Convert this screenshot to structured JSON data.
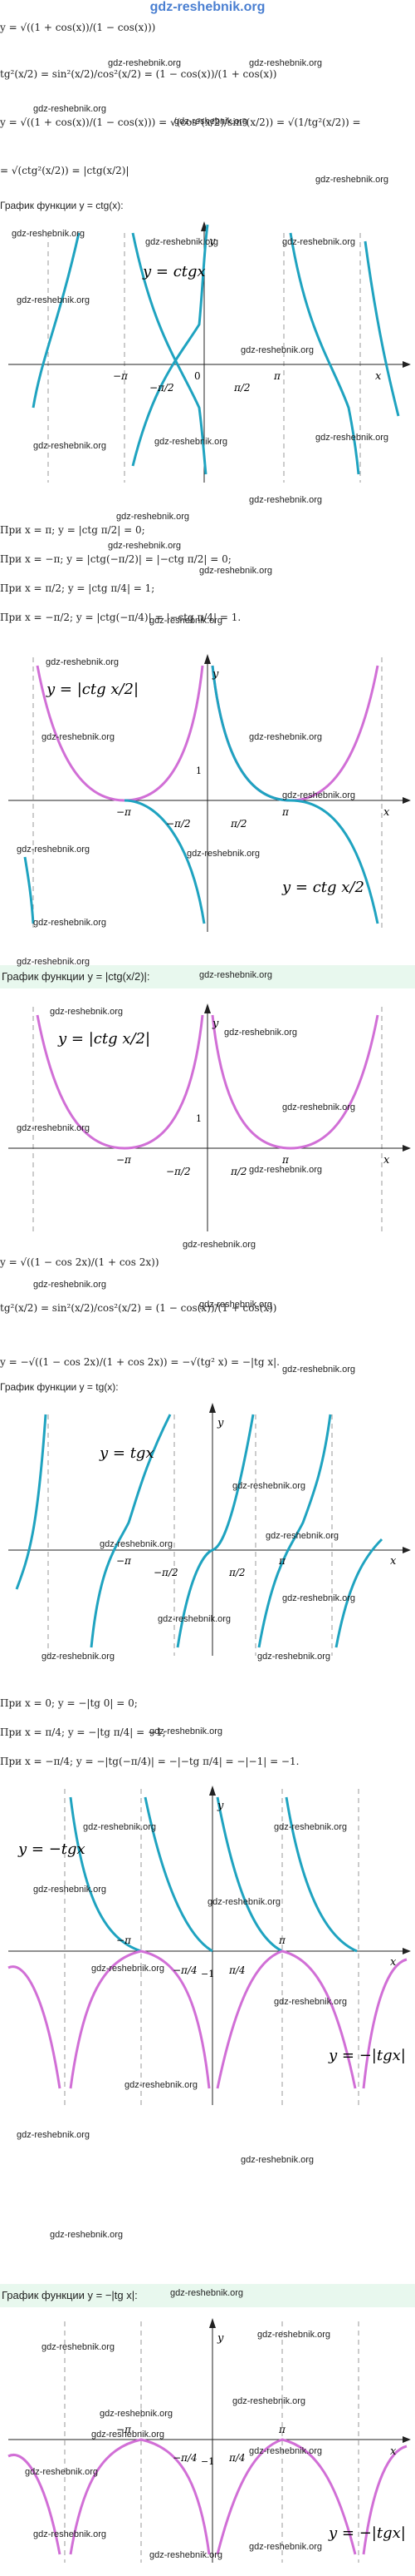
{
  "site_title": "gdz-reshebnik.org",
  "watermark": "gdz-reshebnik.org",
  "formulas": {
    "f1": "y = √((1 + cos(x))/(1 − cos(x)))",
    "f2": "tg²(x/2) = sin²(x/2)/cos²(x/2) = (1 − cos(x))/(1 + cos(x))",
    "f3": "y = √((1 + cos(x))/(1 − cos(x))) = √(cos²(x/2)/sin²(x/2)) = √(1/tg²(x/2)) =",
    "f4": "= √(ctg²(x/2)) = |ctg(x/2)|",
    "f5": "y = √((1 − cos 2x)/(1 + cos 2x))",
    "f6": "tg²(x/2) = sin²(x/2)/cos²(x/2) = (1 − cos(x))/(1 + cos(x))",
    "f7": "y = −√((1 − cos 2x)/(1 + cos 2x)) = −√(tg² x) = −|tg x|."
  },
  "text": {
    "graph_ctg_label": "График функции y = ctg(x):",
    "calc1": "При x = π; y = |ctg π/2| = 0;",
    "calc2": "При x = −π; y = |ctg(−π/2)| = |−ctg π/2| = 0;",
    "calc3": "При x = π/2; y = |ctg π/4| = 1;",
    "calc4": "При x = −π/2; y = |ctg(−π/4)| = |−ctg π/4| = 1.",
    "graph_absctg_label": "График функции y = |ctg(x/2)|:",
    "graph_tg_label": "График функции y = tg(x):",
    "calc5": "При x = 0; y = −|tg 0| = 0;",
    "calc6": "При x = π/4; y = −|tg π/4| = −1;",
    "calc7": "При x = −π/4; y = −|tg(−π/4)| = −|−tg π/4| = −|−1| = −1.",
    "graph_negabstg_label": "График функции y = −|tg x|:"
  },
  "graphs": {
    "g1": {
      "fn": "y = ctgx",
      "x_axis": "x",
      "y_axis": "y",
      "origin": "0",
      "ticks": [
        "−π",
        "−π/2",
        "π/2",
        "π"
      ]
    },
    "g2": {
      "fn_top": "y = |ctg x/2|",
      "fn_bottom": "y = ctg x/2",
      "x_axis": "x",
      "y_axis": "y",
      "one": "1",
      "ticks": [
        "−π",
        "−π/2",
        "π/2",
        "π"
      ]
    },
    "g3": {
      "fn": "y = |ctg x/2|",
      "x_axis": "x",
      "y_axis": "y",
      "one": "1",
      "ticks": [
        "−π",
        "−π/2",
        "π/2",
        "π"
      ]
    },
    "g4": {
      "fn": "y = tgx",
      "x_axis": "x",
      "y_axis": "y",
      "ticks": [
        "−π",
        "−π/2",
        "π/2",
        "π"
      ]
    },
    "g5": {
      "fn_left": "y = −tgx",
      "fn_right": "y = −|tgx|",
      "x_axis": "x",
      "y_axis": "y",
      "minus_one": "−1",
      "ticks": [
        "−π",
        "−π/4",
        "π/4",
        "π"
      ]
    },
    "g6": {
      "fn": "y = −|tgx|",
      "x_axis": "x",
      "y_axis": "y",
      "minus_one": "−1",
      "ticks": [
        "−π",
        "−π/4",
        "π/4",
        "π"
      ]
    }
  },
  "colors": {
    "teal": "#1fa3c0",
    "pink": "#d16fd6",
    "dash": "#9a9a9a",
    "heading_bg": "#e8f8ee"
  }
}
